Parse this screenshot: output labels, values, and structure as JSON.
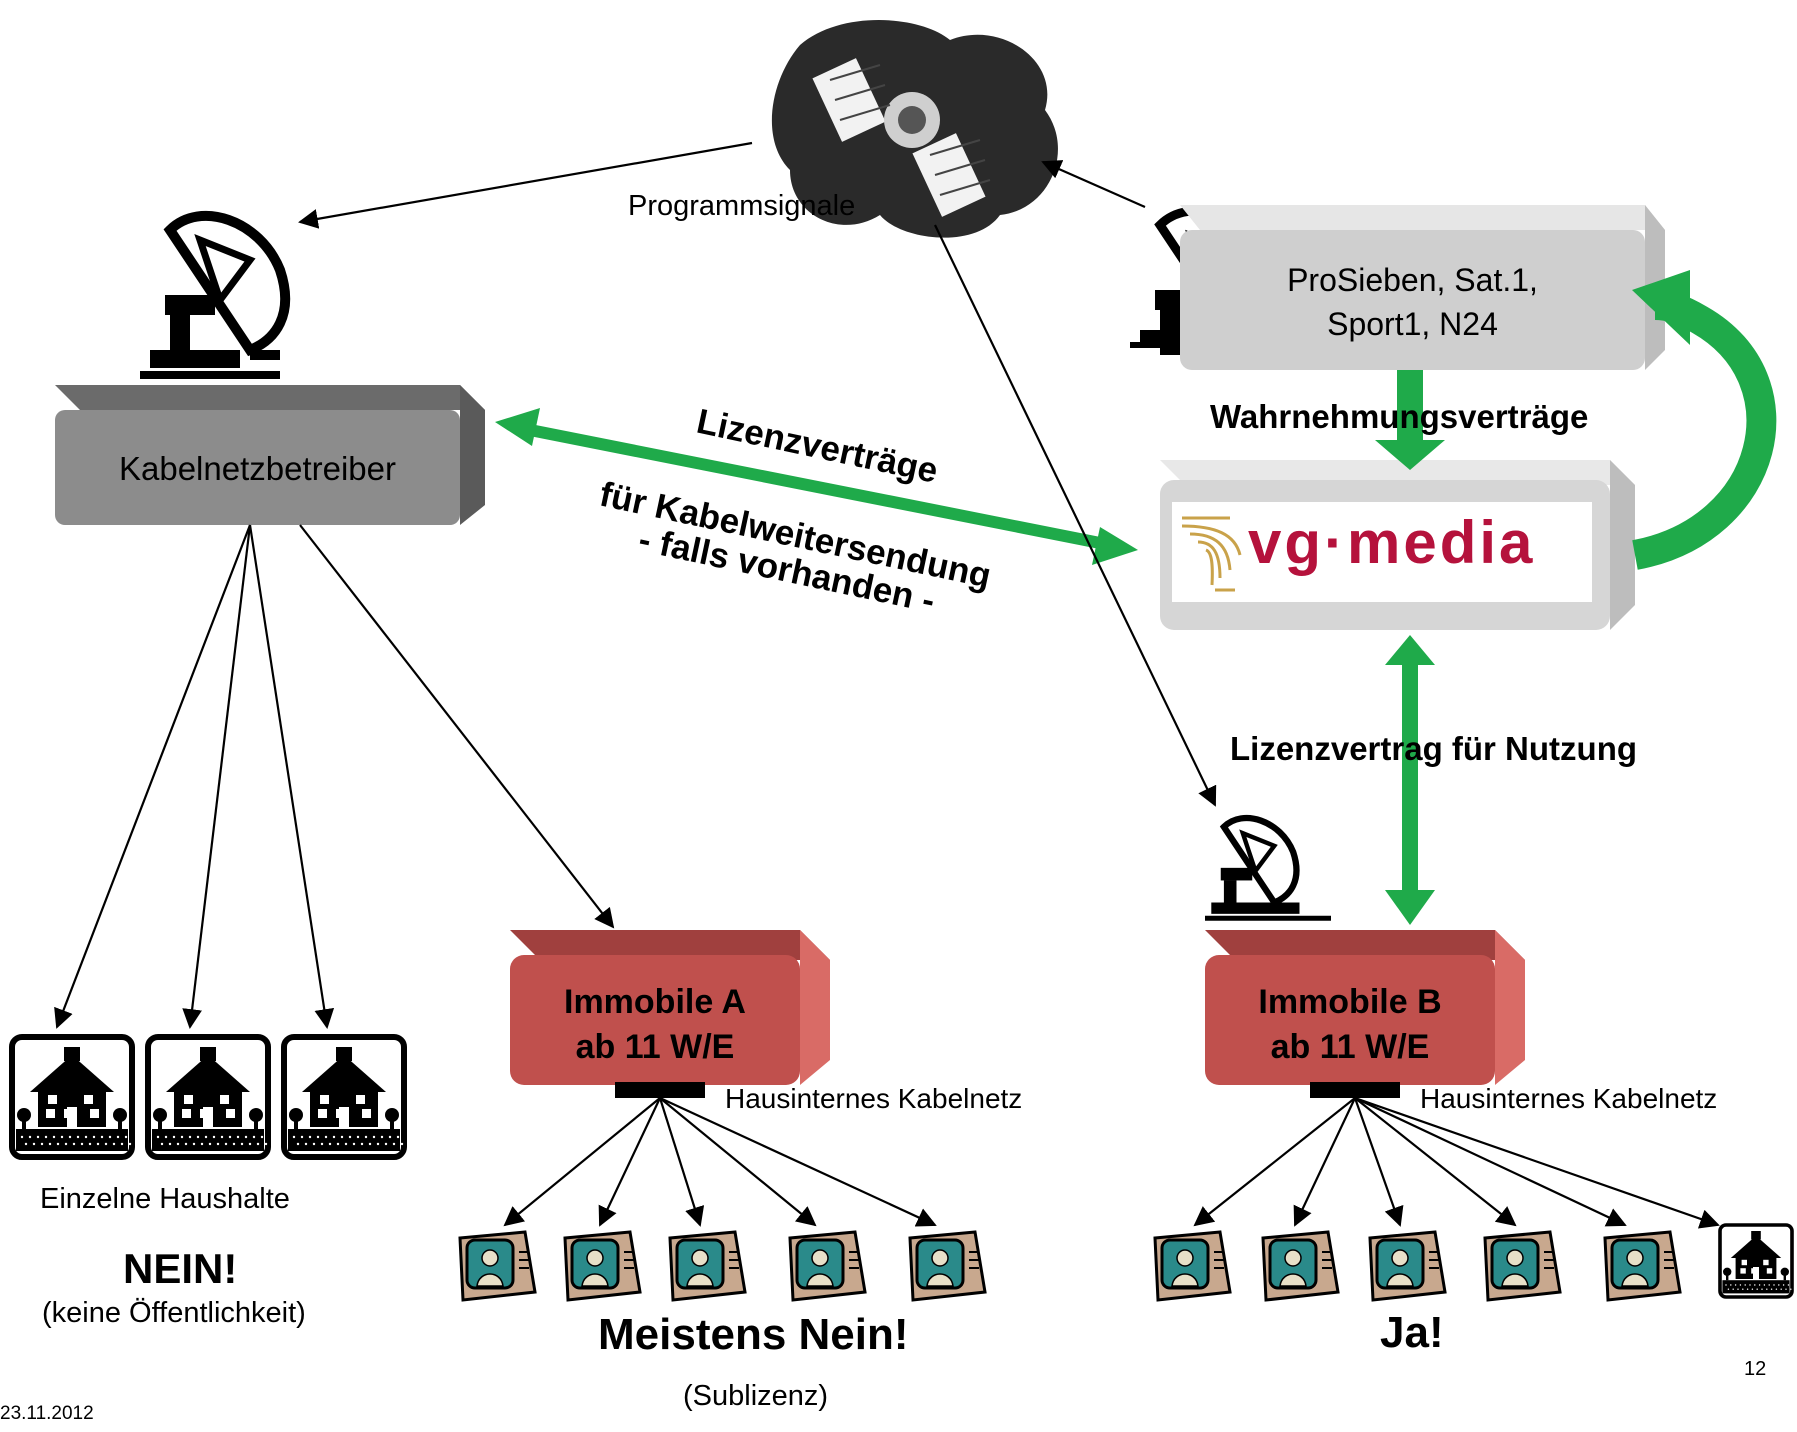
{
  "labels": {
    "programmsignale": "Programmsignale",
    "sender": [
      "ProSieben, Sat.1,",
      "Sport1, N24"
    ],
    "kabelnetzbetreiber": "Kabelnetzbetreiber",
    "wahrnehmungsvertraege": "Wahrnehmungsverträge",
    "vgmedia": "vg·media",
    "lizenzvertraege": "Lizenzverträge",
    "kabelweitersendung": "für Kabelweitersendung",
    "falls_vorhanden": "- falls vorhanden -",
    "lizenzvertrag_nutzung": "Lizenzvertrag für Nutzung",
    "immobile_a": [
      "Immobile A",
      "ab 11 W/E"
    ],
    "immobile_b": [
      "Immobile B",
      "ab 11 W/E"
    ],
    "hausinternes_a": "Hausinternes Kabelnetz",
    "hausinternes_b": "Hausinternes Kabelnetz",
    "einzelne_haushalte": "Einzelne Haushalte",
    "nein": "NEIN!",
    "keine_oeffentlichkeit": "(keine Öffentlichkeit)",
    "meistens_nein": "Meistens Nein!",
    "sublizenz": "(Sublizenz)",
    "ja": "Ja!",
    "date": "23.11.2012",
    "page_number": "12"
  },
  "colors": {
    "green_arrow": "#1faa4a",
    "grey_box": "#8c8c8c",
    "light_box": "#d4d4d4",
    "red_box": "#c0504d",
    "vg_red": "#b5123c",
    "vg_logo_gold": "#c9a24a"
  },
  "icons": {
    "satellite": "satellite-icon",
    "dish": "satellite-dish-icon",
    "house": "house-icon",
    "tv": "tv-icon"
  }
}
